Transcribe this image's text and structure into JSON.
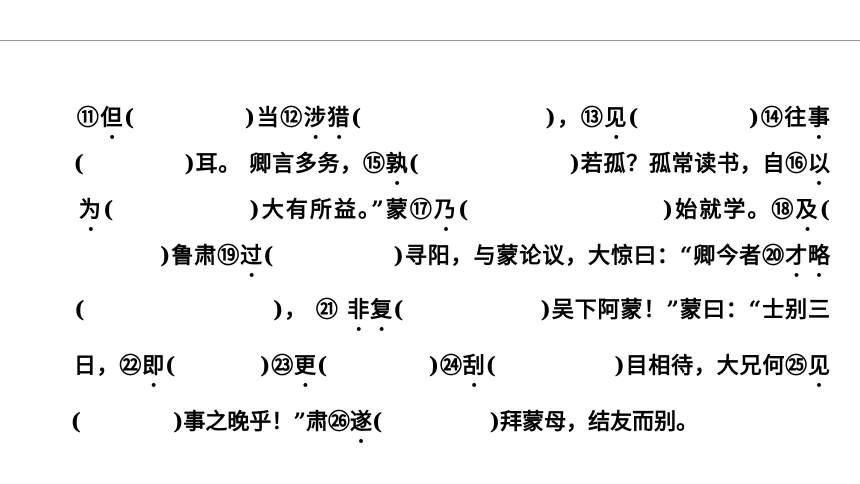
{
  "lines": [
    {
      "a": "⑪",
      "b": "但",
      "c": "(            )当⑫",
      "d": "涉猎",
      "e": "(                    )，⑬",
      "f": "见",
      "g": "(            )⑭往",
      "h": "事",
      "i": ""
    },
    {
      "a": "(            )耳。 卿言多务，⑮",
      "b": "孰",
      "c": "(                  )若孤？孤常读书，自⑯",
      "d": "以",
      "e": ""
    },
    {
      "a": "为",
      "b": "(              )大有所益。”蒙⑰",
      "c": "乃",
      "d": "(                    )始就学。⑱",
      "e": "及",
      "f": "("
    },
    {
      "a": "          )鲁肃⑲",
      "b": "过",
      "c": "(              )寻阳，与蒙论议，大惊曰：“卿今者⑳",
      "d": "才略",
      "e": ""
    },
    {
      "a": "(                      )， ㉑ ",
      "b": "非复",
      "c": "(                )吴下阿蒙！”蒙曰：“士别三"
    },
    {
      "a": "日，㉒",
      "b": "即",
      "c": "(          )㉓",
      "d": "更",
      "e": "(            )㉔",
      "f": "刮",
      "g": "(              )目相待，大兄何㉕",
      "h": "见"
    },
    {
      "a": "(            )事之晚乎！”肃㉖",
      "b": "遂",
      "c": "(              )拜蒙母，结友而别。"
    }
  ]
}
